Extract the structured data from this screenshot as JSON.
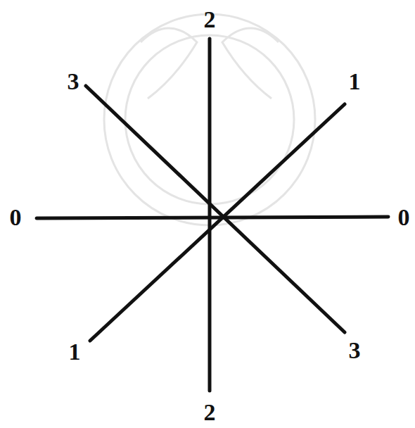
{
  "diagram": {
    "labels": [
      "2",
      "3",
      "1",
      "0",
      "0",
      "1",
      "3",
      "2"
    ]
  }
}
